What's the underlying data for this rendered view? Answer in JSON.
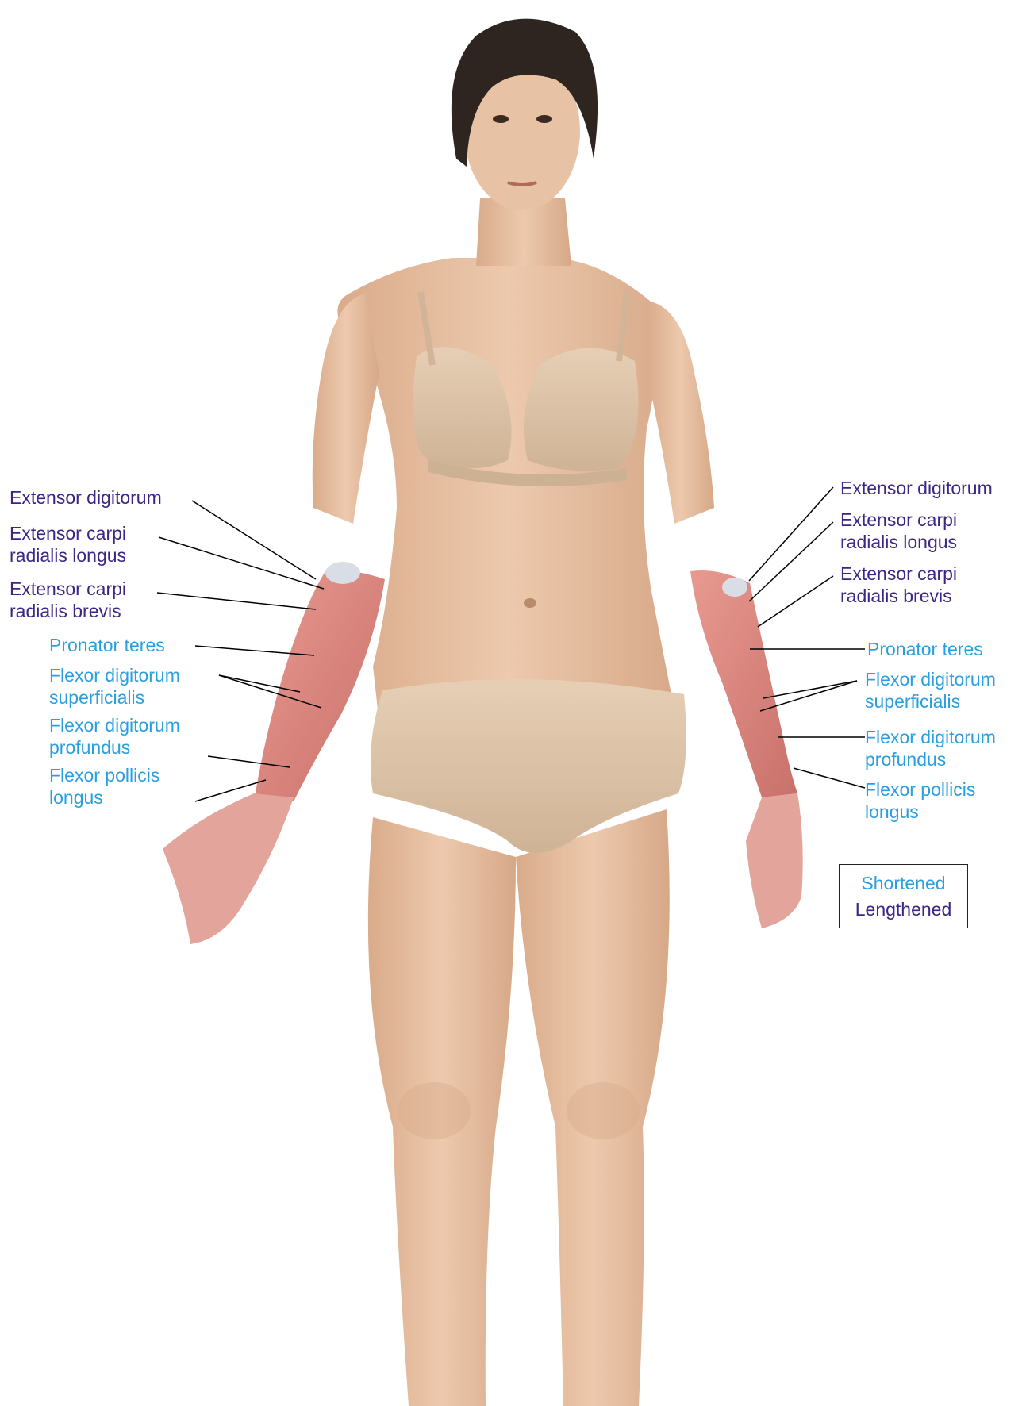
{
  "left_labels": [
    {
      "id": "ext-dig",
      "lines": [
        "Extensor digitorum"
      ],
      "kind": "lengthened"
    },
    {
      "id": "ecrl",
      "lines": [
        "Extensor carpi",
        "radialis longus"
      ],
      "kind": "lengthened"
    },
    {
      "id": "ecrb",
      "lines": [
        "Extensor carpi",
        "radialis brevis"
      ],
      "kind": "lengthened"
    },
    {
      "id": "pt",
      "lines": [
        "Pronator teres"
      ],
      "kind": "shortened"
    },
    {
      "id": "fds",
      "lines": [
        "Flexor digitorum",
        "superficialis"
      ],
      "kind": "shortened"
    },
    {
      "id": "fdp",
      "lines": [
        "Flexor digitorum",
        "profundus"
      ],
      "kind": "shortened"
    },
    {
      "id": "fpl",
      "lines": [
        "Flexor pollicis",
        "longus"
      ],
      "kind": "shortened"
    }
  ],
  "right_labels": [
    {
      "id": "ext-dig",
      "lines": [
        "Extensor digitorum"
      ],
      "kind": "lengthened"
    },
    {
      "id": "ecrl",
      "lines": [
        "Extensor carpi",
        "radialis longus"
      ],
      "kind": "lengthened"
    },
    {
      "id": "ecrb",
      "lines": [
        "Extensor carpi",
        "radialis brevis"
      ],
      "kind": "lengthened"
    },
    {
      "id": "pt",
      "lines": [
        "Pronator teres"
      ],
      "kind": "shortened"
    },
    {
      "id": "fds",
      "lines": [
        "Flexor digitorum",
        "superficialis"
      ],
      "kind": "shortened"
    },
    {
      "id": "fdp",
      "lines": [
        "Flexor digitorum",
        "profundus"
      ],
      "kind": "shortened"
    },
    {
      "id": "fpl",
      "lines": [
        "Flexor pollicis",
        "longus"
      ],
      "kind": "shortened"
    }
  ],
  "legend": {
    "shortened": "Shortened",
    "lengthened": "Lengthened"
  },
  "colors": {
    "shortened": "#2a9fe0",
    "lengthened": "#3b2585",
    "skin": "#e7c4a6",
    "muscle": "#d9837b",
    "garment": "#dcc3a8",
    "hair": "#2e2420"
  }
}
